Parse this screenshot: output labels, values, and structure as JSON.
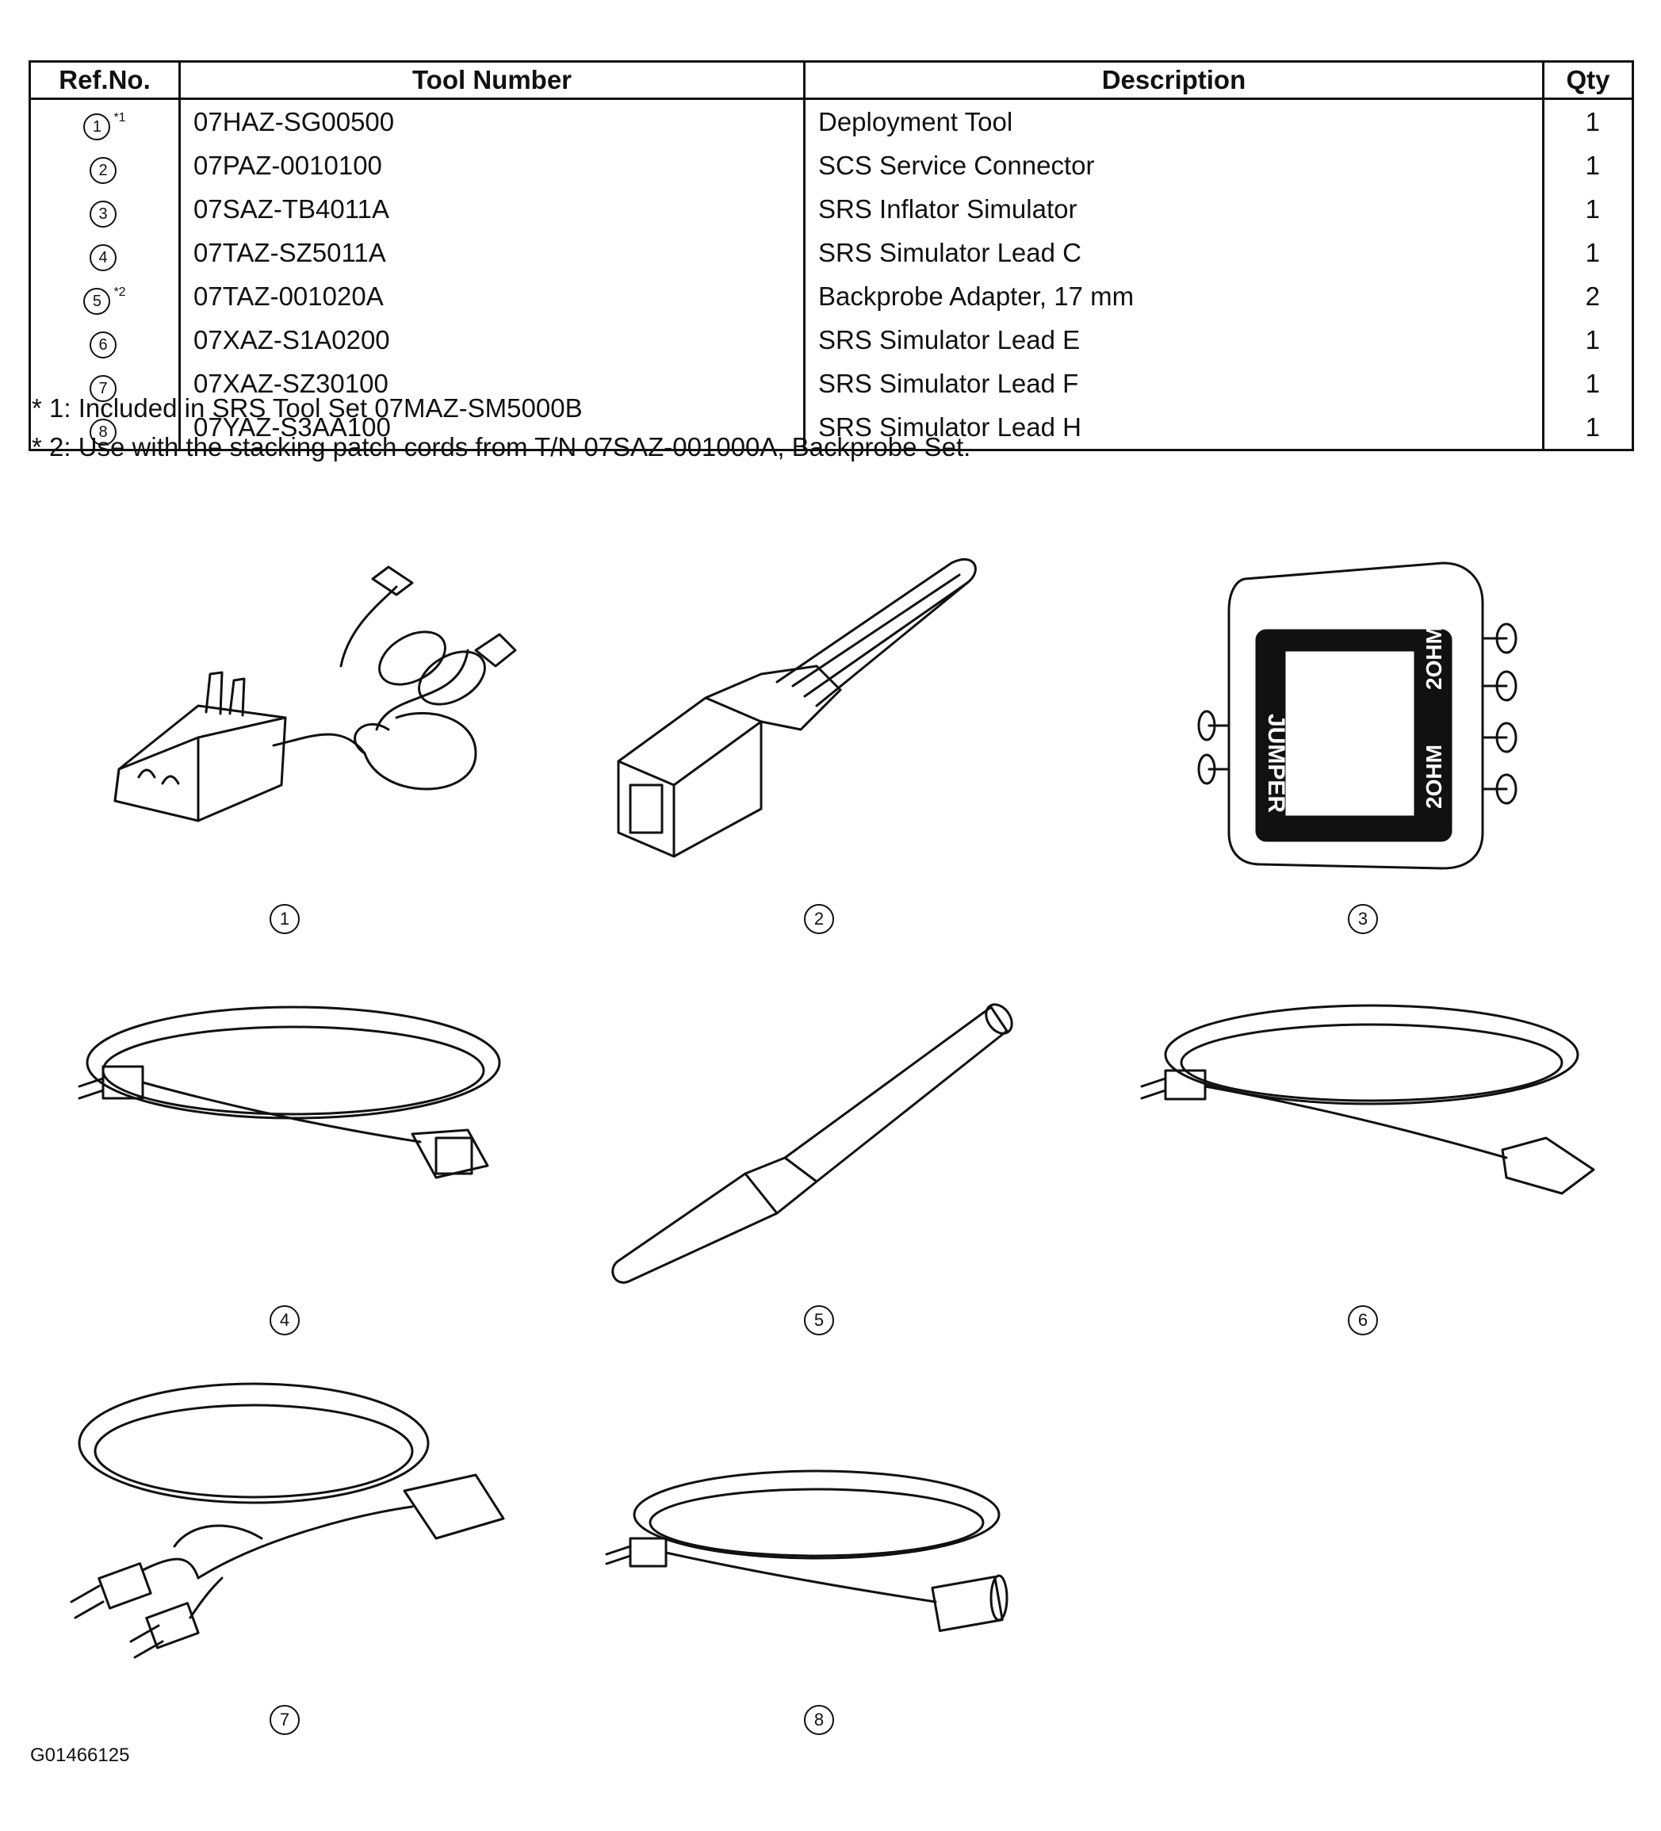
{
  "table": {
    "headers": {
      "ref": "Ref.No.",
      "tool": "Tool Number",
      "desc": "Description",
      "qty": "Qty"
    },
    "rows": [
      {
        "ref": "1",
        "sup": "*1",
        "tool": "07HAZ-SG00500",
        "desc": "Deployment Tool",
        "qty": "1"
      },
      {
        "ref": "2",
        "sup": "",
        "tool": "07PAZ-0010100",
        "desc": "SCS Service Connector",
        "qty": "1"
      },
      {
        "ref": "3",
        "sup": "",
        "tool": "07SAZ-TB4011A",
        "desc": "SRS Inflator Simulator",
        "qty": "1"
      },
      {
        "ref": "4",
        "sup": "",
        "tool": "07TAZ-SZ5011A",
        "desc": "SRS Simulator Lead C",
        "qty": "1"
      },
      {
        "ref": "5",
        "sup": "*2",
        "tool": "07TAZ-001020A",
        "desc": "Backprobe Adapter, 17 mm",
        "qty": "2"
      },
      {
        "ref": "6",
        "sup": "",
        "tool": "07XAZ-S1A0200",
        "desc": "SRS Simulator Lead E",
        "qty": "1"
      },
      {
        "ref": "7",
        "sup": "",
        "tool": "07XAZ-SZ30100",
        "desc": "SRS Simulator Lead F",
        "qty": "1"
      },
      {
        "ref": "8",
        "sup": "",
        "tool": "07YAZ-S3AA100",
        "desc": "SRS Simulator Lead H",
        "qty": "1"
      }
    ]
  },
  "notes": [
    "* 1: Included in SRS Tool Set 07MAZ-SM5000B",
    "* 2: Use with the stacking patch cords from T/N 07SAZ-001000A, Backprobe Set."
  ],
  "figures": {
    "labels": [
      "1",
      "2",
      "3",
      "4",
      "5",
      "6",
      "7",
      "8"
    ],
    "simulator_text": {
      "left": "JUMPER",
      "right_top": "2OHM",
      "right_bottom": "2OHM"
    },
    "code": "G01466125"
  }
}
